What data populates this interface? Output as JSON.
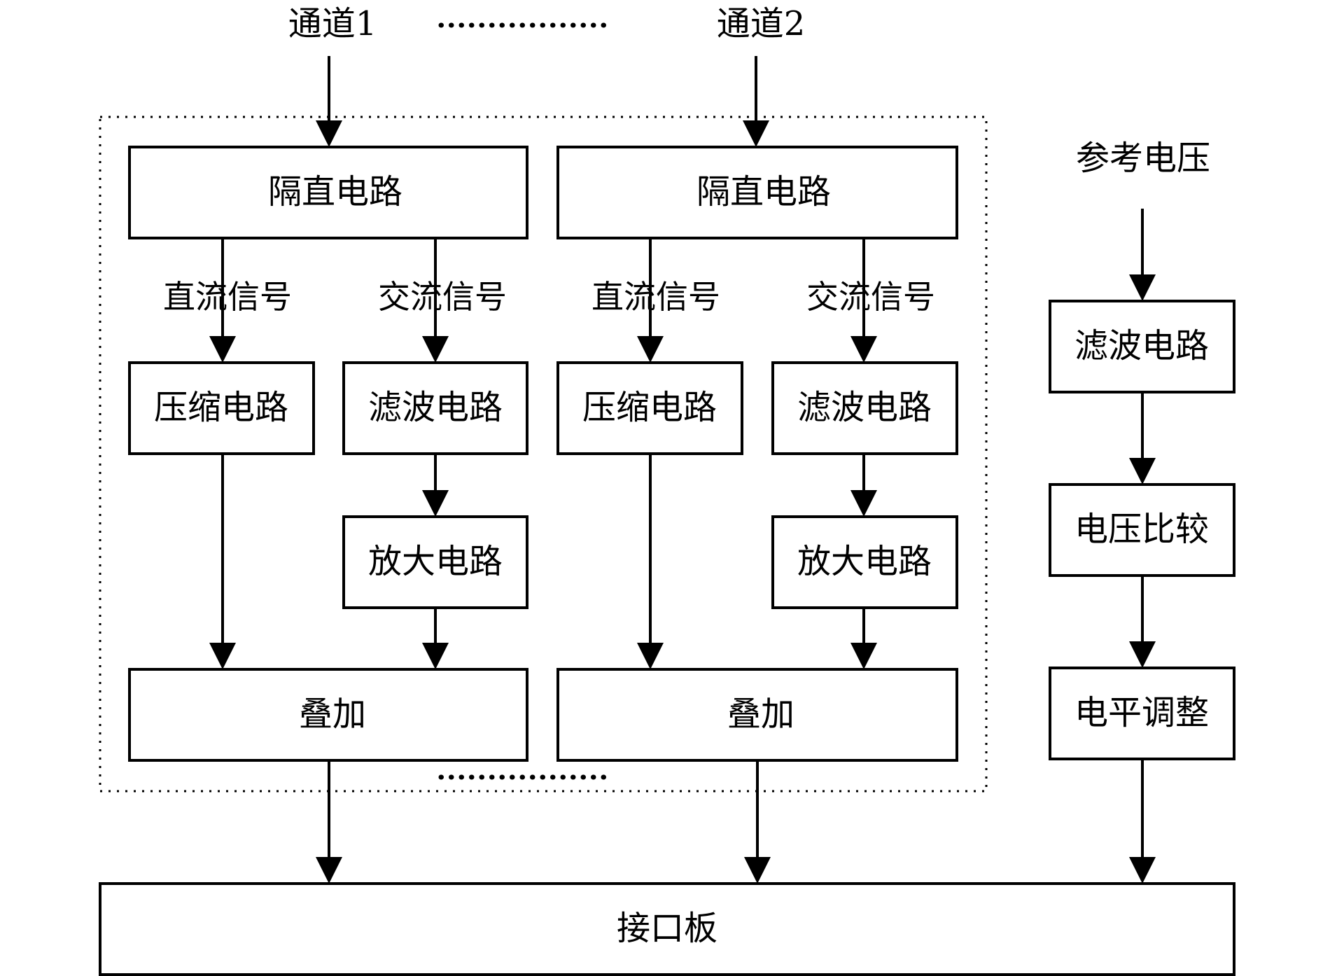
{
  "inputs": {
    "channel1": "通道1",
    "channel2": "通道2",
    "reference": "参考电压"
  },
  "channel_blocks": {
    "dc_block": "隔直电路",
    "dc_signal": "直流信号",
    "ac_signal": "交流信号",
    "compress": "压缩电路",
    "filter": "滤波电路",
    "amplify": "放大电路",
    "sum": "叠加"
  },
  "reference_chain": {
    "filter": "滤波电路",
    "compare": "电压比较",
    "level_adjust": "电平调整"
  },
  "output": {
    "interface_board": "接口板"
  }
}
